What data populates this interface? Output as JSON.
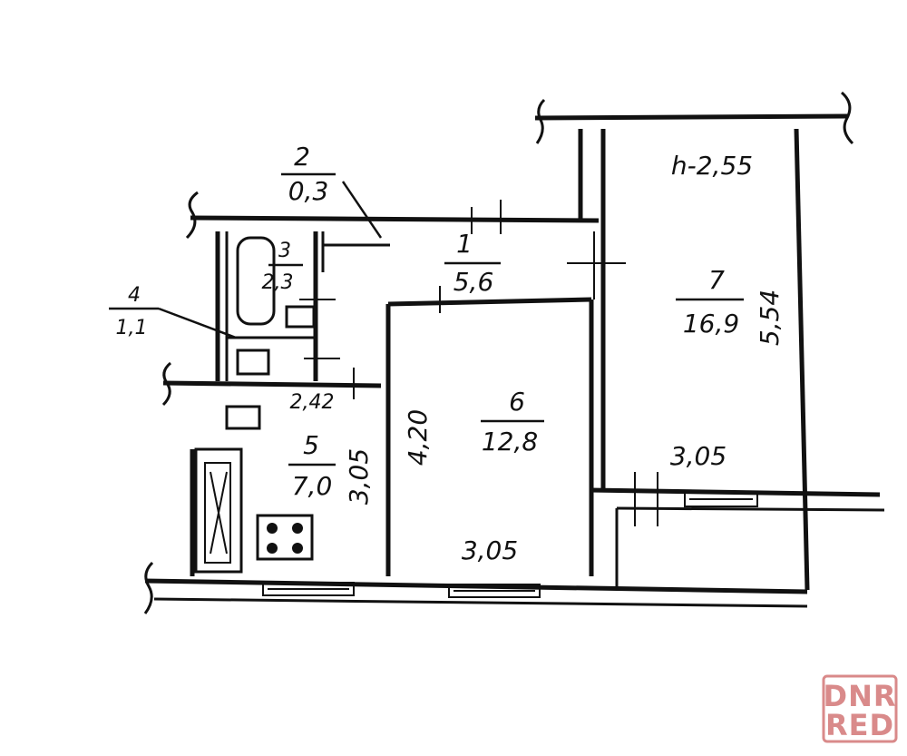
{
  "rooms": [
    {
      "number": "1",
      "area": "5,6"
    },
    {
      "number": "2",
      "area": "0,3"
    },
    {
      "number": "3",
      "area": "2,3"
    },
    {
      "number": "4",
      "area": "1,1"
    },
    {
      "number": "5",
      "area": "7,0"
    },
    {
      "number": "6",
      "area": "12,8"
    },
    {
      "number": "7",
      "area": "16,9"
    }
  ],
  "dimensions": {
    "ceiling_height": "h-2,55",
    "room7_length": "5,54",
    "room7_width": "3,05",
    "room6_length": "4,20",
    "room6_width": "3,05",
    "room5_length": "3,05",
    "room5_width": "2,42"
  },
  "watermark": "DNR RED",
  "colors": {
    "ink": "#111111",
    "paper": "#ffffff",
    "watermark": "#d98a8a"
  }
}
